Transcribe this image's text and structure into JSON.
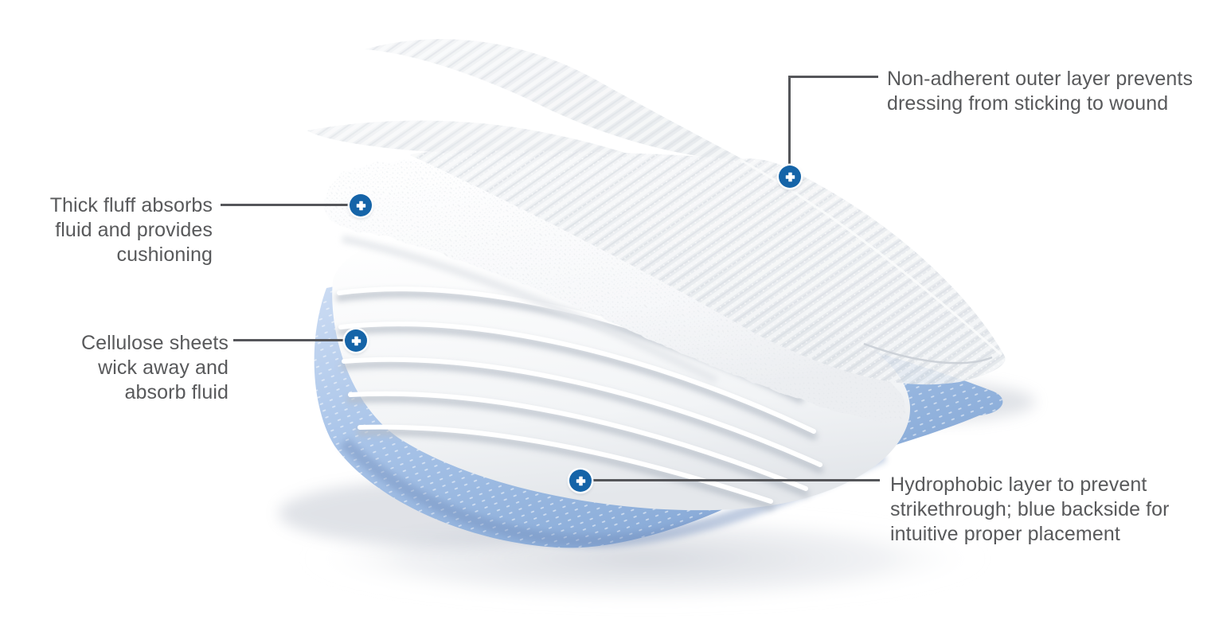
{
  "figure": {
    "description": "Exploded cutaway illustration of a layered absorbent wound dressing",
    "background": "#ffffff",
    "layers": [
      "non-adherent-outer-mesh-layer",
      "thick-fluff-pad",
      "cellulose-sheet-stack",
      "blue-hydrophobic-backing",
      "ground-shadow"
    ],
    "colors": {
      "label_text": "#58595b",
      "leader_line": "#55565a",
      "marker_blue": "#1564a8",
      "marker_glyph": "#ffffff",
      "backing_blue_light": "#c9daf2",
      "backing_blue_dark": "#7d9fd0",
      "sheet_white": "#ffffff",
      "sheet_edge_gray": "#b6bdc7",
      "mesh_gray": "#eceff2",
      "shadow_gray": "#b3b9c5"
    }
  },
  "marker": {
    "icon": "plus-icon",
    "color": "#1564a8"
  },
  "annotations": [
    {
      "id": "outer-layer",
      "align": "left",
      "lines": [
        "Non-adherent outer layer prevents",
        "dressing from sticking to wound"
      ]
    },
    {
      "id": "fluff",
      "align": "right",
      "lines": [
        "Thick fluff absorbs",
        "fluid and provides",
        "cushioning"
      ]
    },
    {
      "id": "cellulose",
      "align": "right",
      "lines": [
        "Cellulose sheets",
        "wick away and",
        "absorb fluid"
      ]
    },
    {
      "id": "hydrophobic",
      "align": "left",
      "lines": [
        "Hydrophobic layer to prevent",
        "strikethrough; blue backside for",
        "intuitive proper placement"
      ]
    }
  ]
}
